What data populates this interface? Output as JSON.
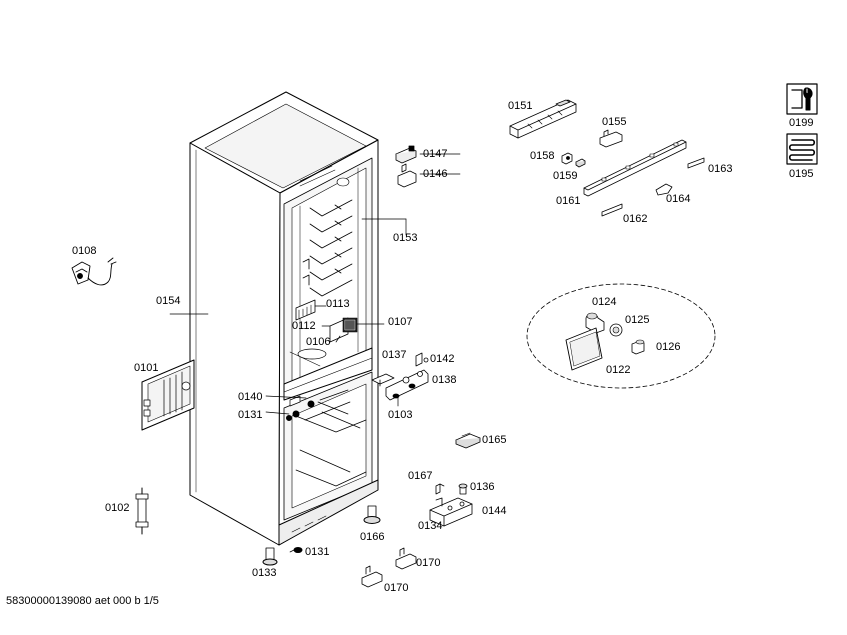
{
  "document": {
    "footer_code": "58300000139080 aet 000 b 1/5"
  },
  "parts": {
    "p0151": "0151",
    "p0155": "0155",
    "p0158": "0158",
    "p0159": "0159",
    "p0161": "0161",
    "p0162": "0162",
    "p0163": "0163",
    "p0164": "0164",
    "p0147": "0147",
    "p0146": "0146",
    "p0153": "0153",
    "p0108": "0108",
    "p0154": "0154",
    "p0113": "0113",
    "p0112": "0112",
    "p0107": "0107",
    "p0106": "0106",
    "p0101": "0101",
    "p0137": "0137",
    "p0142": "0142",
    "p0138": "0138",
    "p0140": "0140",
    "p0131a": "0131",
    "p0103": "0103",
    "p0165": "0165",
    "p0167": "0167",
    "p0136": "0136",
    "p0144": "0144",
    "p0134": "0134",
    "p0102": "0102",
    "p0166": "0166",
    "p0131b": "0131",
    "p0133": "0133",
    "p0170a": "0170",
    "p0170b": "0170",
    "p0124": "0124",
    "p0125": "0125",
    "p0126": "0126",
    "p0122": "0122",
    "p0199": "0199",
    "p0195": "0195"
  }
}
